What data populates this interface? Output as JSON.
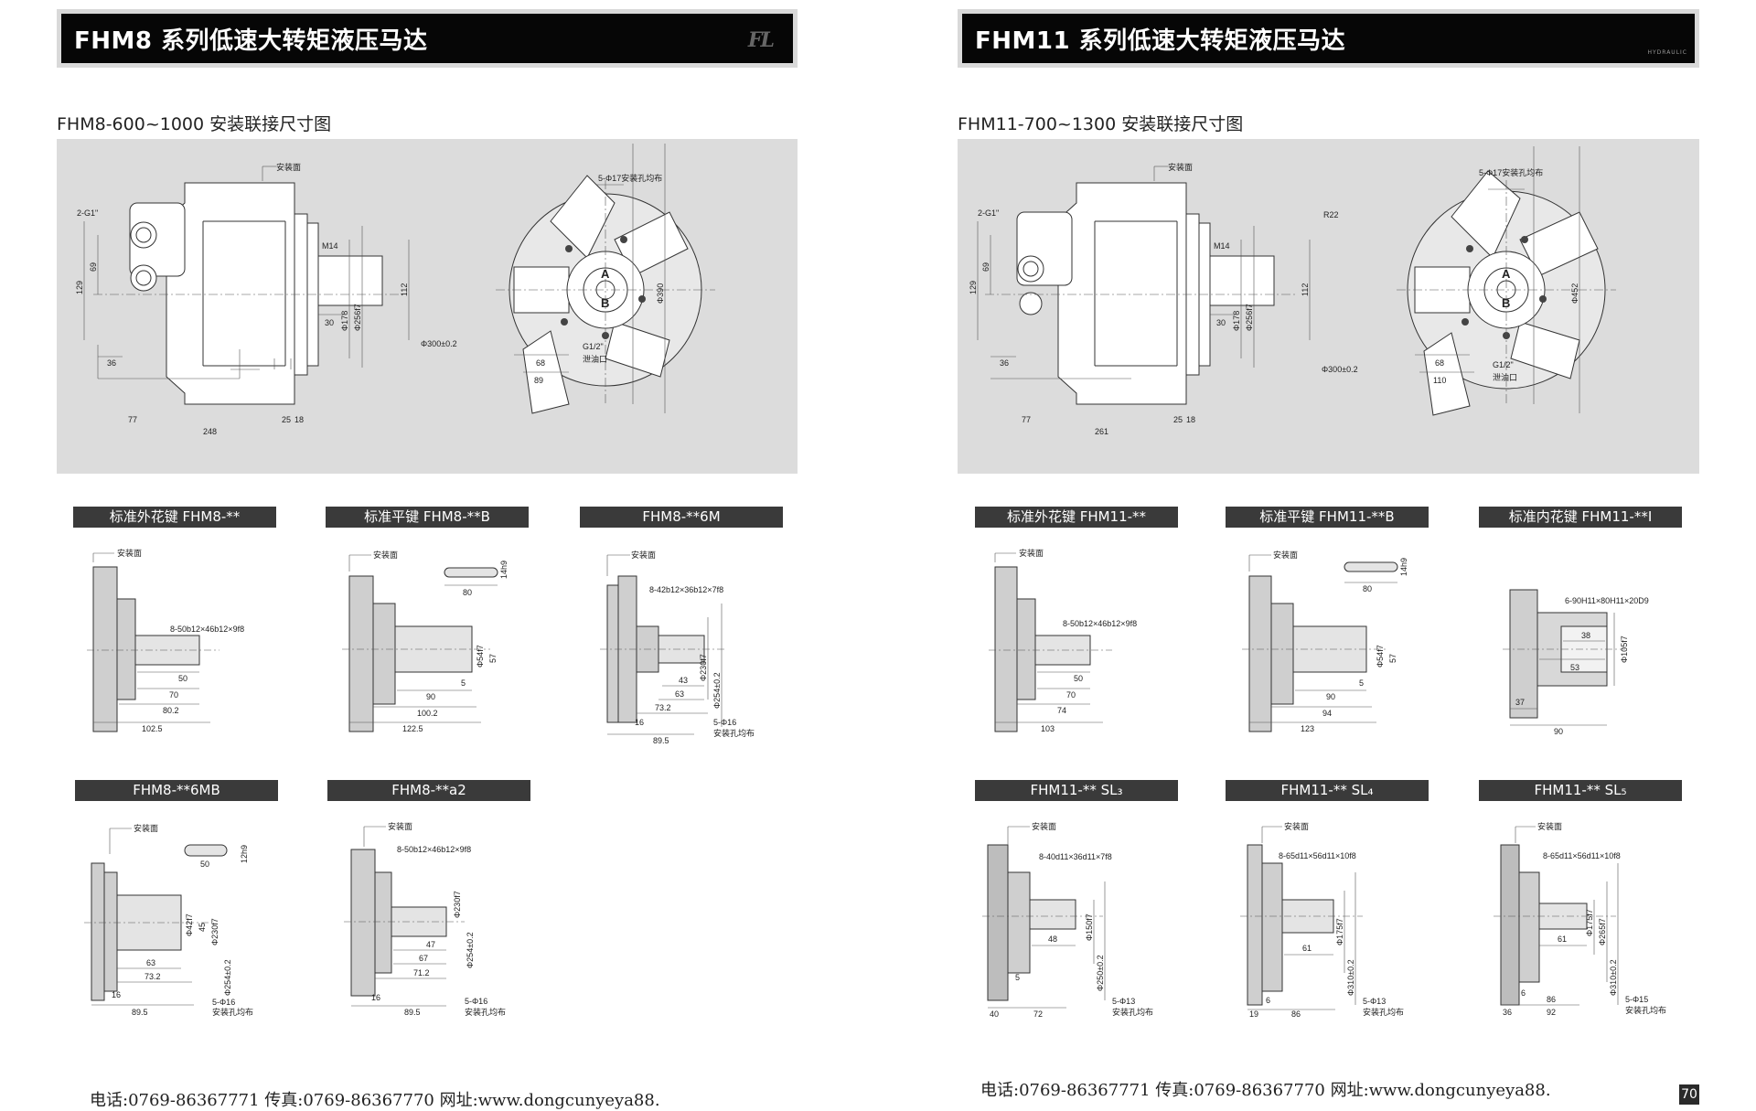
{
  "left": {
    "title": "FHM8 系列低速大转矩液压马达",
    "logo": "FL",
    "section_title": "FHM8-600~1000 安装联接尺寸图",
    "main": {
      "mount_face": "安装面",
      "port": "2-G1\"",
      "thread": "M14",
      "d_shaft": "Φ178",
      "d_flange": "Φ256f7",
      "dim_129": "129",
      "dim_69": "69",
      "dim_30": "30",
      "dim_36": "36",
      "dim_77": "77",
      "dim_248": "248",
      "dim_25": "25",
      "dim_18": "18",
      "holes": "5-Φ17安装孔均布",
      "dim_112": "112",
      "dim_390": "Φ390",
      "bolt_circle": "Φ300±0.2",
      "dim_68": "68",
      "dim_89": "89",
      "drain": "G1/2\"",
      "drain_label": "泄油口",
      "port_a": "A",
      "port_b": "B"
    },
    "variants": [
      {
        "label": "标准外花键 FHM8-**",
        "mount": "安装面",
        "spec": "8-50b12×46b12×9f8",
        "dims": [
          "50",
          "70",
          "80.2",
          "102.5"
        ]
      },
      {
        "label": "标准平键 FHM8-**B",
        "mount": "安装面",
        "spec": "14h9",
        "dims": [
          "80",
          "Φ54f7",
          "57",
          "5",
          "90",
          "100.2",
          "122.5"
        ]
      },
      {
        "label": "FHM8-**6M",
        "mount": "安装面",
        "spec": "8-42b12×36b12×7f8",
        "dims": [
          "43",
          "63",
          "73.2",
          "Φ230f7",
          "Φ254±0.2",
          "16",
          "89.5",
          "5-Φ16",
          "安装孔均布"
        ]
      },
      {
        "label": "FHM8-**6MB",
        "mount": "安装面",
        "spec": "12h9",
        "dims": [
          "50",
          "Φ42f7",
          "45",
          "Φ230f7",
          "63",
          "73.2",
          "Φ254±0.2",
          "16",
          "89.5",
          "5-Φ16",
          "安装孔均布"
        ]
      },
      {
        "label": "FHM8-**a2",
        "mount": "安装面",
        "spec": "8-50b12×46b12×9f8",
        "dims": [
          "47",
          "67",
          "71.2",
          "Φ230f7",
          "Φ254±0.2",
          "16",
          "89.5",
          "5-Φ16",
          "安装孔均布"
        ]
      }
    ],
    "footer": "电话:0769-86367771 传真:0769-86367770 网址:www.dongcunyeya88."
  },
  "right": {
    "title": "FHM11 系列低速大转矩液压马达",
    "tag": "HYDRAULIC",
    "section_title": "FHM11-700~1300 安装联接尺寸图",
    "main": {
      "mount_face": "安装面",
      "port": "2-G1\"",
      "thread": "M14",
      "d_shaft": "Φ178",
      "d_flange": "Φ256f7",
      "dim_129": "129",
      "dim_69": "69",
      "dim_30": "30",
      "dim_36": "36",
      "dim_77": "77",
      "dim_261": "261",
      "dim_25": "25",
      "dim_18": "18",
      "holes": "5-Φ17安装孔均布",
      "r22": "R22",
      "dim_112": "112",
      "dim_452": "Φ452",
      "bolt_circle": "Φ300±0.2",
      "dim_68": "68",
      "dim_110": "110",
      "drain": "G1/2\"",
      "drain_label": "泄油口",
      "port_a": "A",
      "port_b": "B"
    },
    "variants": [
      {
        "label": "标准外花键 FHM11-**",
        "mount": "安装面",
        "spec": "8-50b12×46b12×9f8",
        "dims": [
          "50",
          "70",
          "74",
          "103"
        ]
      },
      {
        "label": "标准平键 FHM11-**B",
        "mount": "安装面",
        "spec": "14h9",
        "dims": [
          "80",
          "Φ54f7",
          "57",
          "5",
          "90",
          "94",
          "123"
        ]
      },
      {
        "label": "标准内花键 FHM11-**I",
        "mount": "",
        "spec": "6-90H11×80H11×20D9",
        "dims": [
          "38",
          "53",
          "Φ105f7",
          "37",
          "90"
        ]
      },
      {
        "label": "FHM11-** SL₃",
        "mount": "安装面",
        "spec": "8-40d11×36d11×7f8",
        "dims": [
          "48",
          "Φ150f7",
          "5",
          "Φ250±0.2",
          "40",
          "72",
          "5-Φ13",
          "安装孔均布"
        ]
      },
      {
        "label": "FHM11-** SL₄",
        "mount": "安装面",
        "spec": "8-65d11×56d11×10f8",
        "dims": [
          "61",
          "Φ175f7",
          "Φ310±0.2",
          "6",
          "19",
          "86",
          "5-Φ13",
          "安装孔均布"
        ]
      },
      {
        "label": "FHM11-** SL₅",
        "mount": "安装面",
        "spec": "8-65d11×56d11×10f8",
        "dims": [
          "61",
          "Φ175f7",
          "Φ265f7",
          "Φ310±0.2",
          "6",
          "36",
          "86",
          "92",
          "5-Φ15",
          "安装孔均布"
        ]
      }
    ],
    "footer": "电话:0769-86367771 传真:0769-86367770 网址:www.dongcunyeya88.",
    "page_number": "70"
  }
}
